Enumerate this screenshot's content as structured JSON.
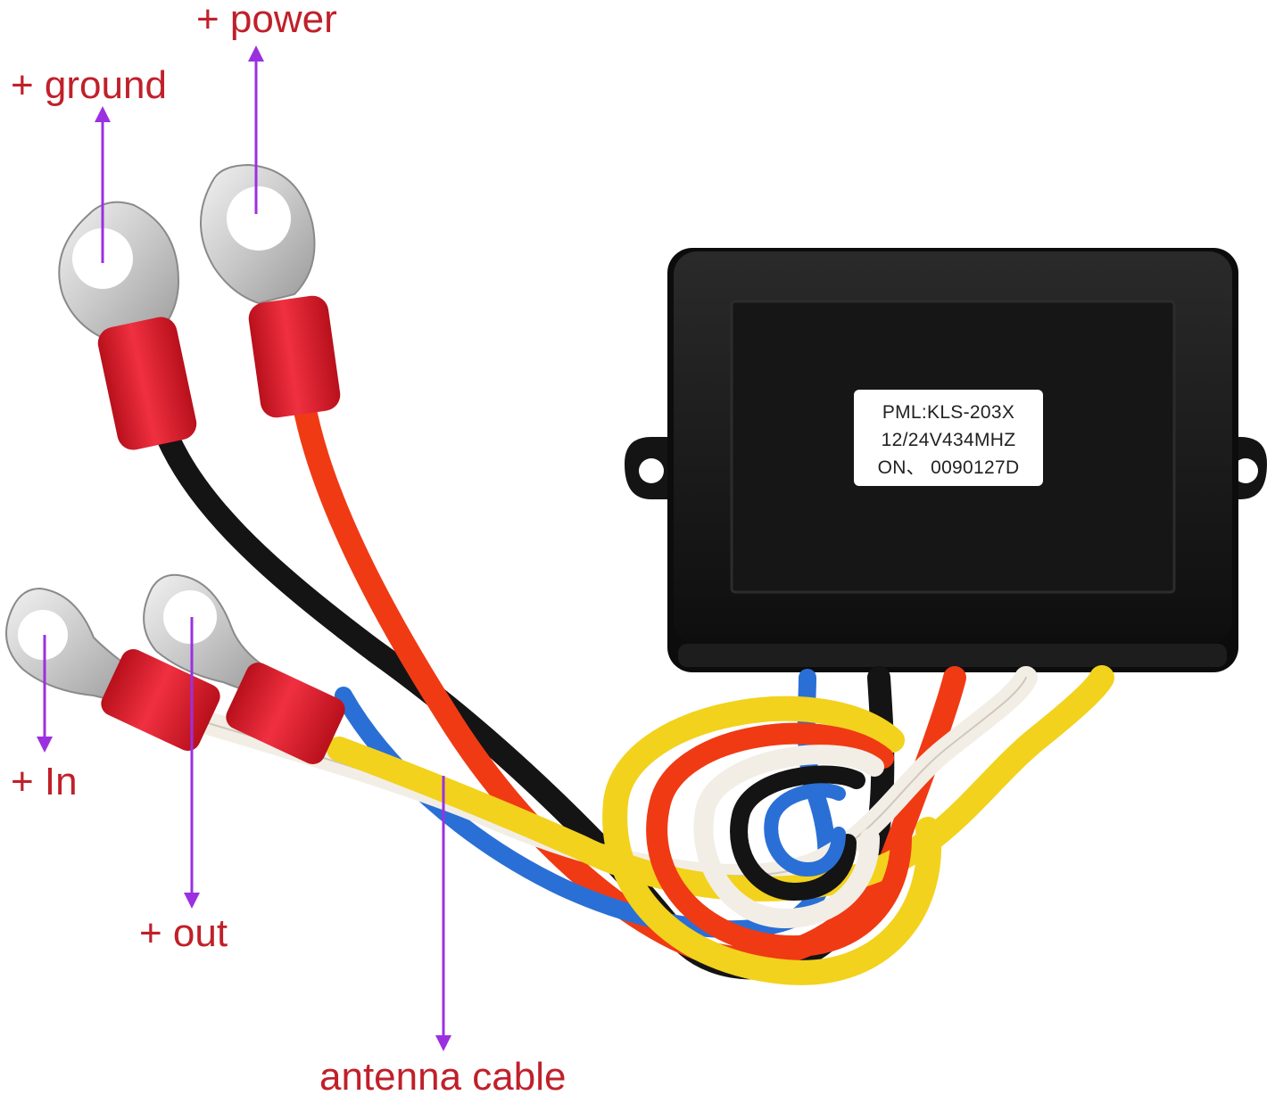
{
  "callouts": {
    "power": "+ power",
    "ground": "+ ground",
    "in": "+ In",
    "out": "+ out",
    "antenna": "antenna cable"
  },
  "sticker": {
    "line1": "PML:KLS-203X",
    "line2": "12/24V434MHZ",
    "line3": "ON、 0090127D"
  },
  "colors": {
    "callout_text": "#c0202a",
    "arrow": "#9b30e0",
    "terminal_insulation": "#e0202c",
    "wire_black": "#141414",
    "wire_red": "#f03a14",
    "wire_blue": "#2a6fd6",
    "wire_white": "#f2eee6",
    "wire_yellow": "#f2d21c",
    "module_body": "#151515"
  }
}
